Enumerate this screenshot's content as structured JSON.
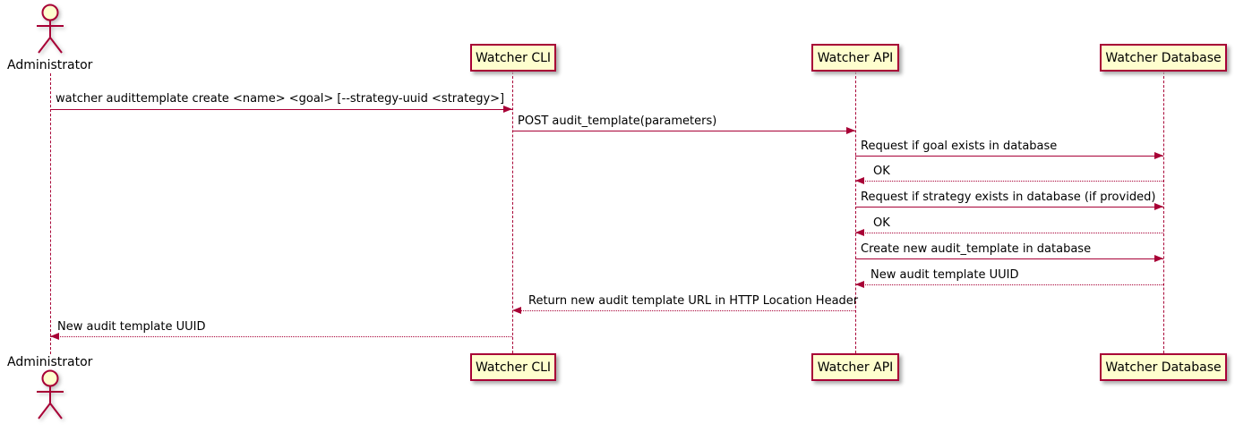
{
  "diagram_type": "uml-sequence-diagram",
  "colors": {
    "line": "#A80036",
    "participant_fill": "#FEFECE",
    "participant_border": "#A80036",
    "text": "#000000",
    "background": "#FFFFFF"
  },
  "actor": {
    "name": "Administrator"
  },
  "participants": [
    {
      "label": "Watcher CLI"
    },
    {
      "label": "Watcher API"
    },
    {
      "label": "Watcher Database"
    }
  ],
  "messages": [
    {
      "from": "Administrator",
      "to": "Watcher CLI",
      "style": "solid",
      "text": "watcher audittemplate create <name> <goal> [--strategy-uuid <strategy>]"
    },
    {
      "from": "Watcher CLI",
      "to": "Watcher API",
      "style": "solid",
      "text": "POST audit_template(parameters)"
    },
    {
      "from": "Watcher API",
      "to": "Watcher Database",
      "style": "solid",
      "text": "Request if goal exists in database"
    },
    {
      "from": "Watcher Database",
      "to": "Watcher API",
      "style": "dotted",
      "text": "OK"
    },
    {
      "from": "Watcher API",
      "to": "Watcher Database",
      "style": "solid",
      "text": "Request if strategy exists in database (if provided)"
    },
    {
      "from": "Watcher Database",
      "to": "Watcher API",
      "style": "dotted",
      "text": "OK"
    },
    {
      "from": "Watcher API",
      "to": "Watcher Database",
      "style": "solid",
      "text": "Create new audit_template in database"
    },
    {
      "from": "Watcher Database",
      "to": "Watcher API",
      "style": "dotted",
      "text": "New audit template UUID"
    },
    {
      "from": "Watcher API",
      "to": "Watcher CLI",
      "style": "dotted",
      "text": "Return new audit template URL in HTTP Location Header"
    },
    {
      "from": "Watcher CLI",
      "to": "Administrator",
      "style": "dotted",
      "text": "New audit template UUID"
    }
  ]
}
